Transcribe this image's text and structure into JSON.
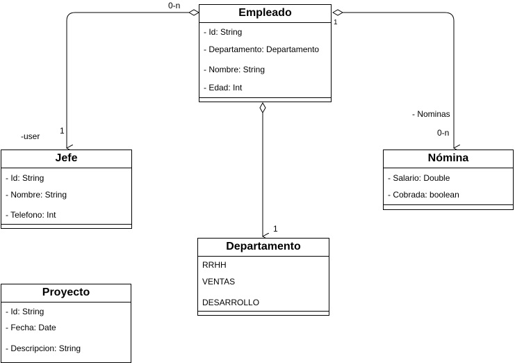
{
  "classes": {
    "empleado": {
      "title": "Empleado",
      "attributes": [
        "- Id: String",
        "- Departamento: Departamento",
        "- Nombre: String",
        "- Edad: Int"
      ]
    },
    "jefe": {
      "title": "Jefe",
      "attributes": [
        "- Id: String",
        "- Nombre: String",
        "- Telefono: Int"
      ]
    },
    "nomina": {
      "title": "Nómina",
      "attributes": [
        "- Salario: Double",
        "- Cobrada: boolean"
      ]
    },
    "departamento": {
      "title": "Departamento",
      "attributes": [
        "RRHH",
        "VENTAS",
        "DESARROLLO"
      ]
    },
    "proyecto": {
      "title": "Proyecto",
      "attributes": [
        "- Id: String",
        "- Fecha: Date",
        "- Descripcion: String"
      ]
    }
  },
  "associations": {
    "empleado_jefe": {
      "source_mult": "0-n",
      "target_mult": "1",
      "role": "-user"
    },
    "empleado_nomina": {
      "source_mult": "1",
      "target_mult": "0-n",
      "role": "- Nominas"
    },
    "empleado_departamento": {
      "source_mult": "1",
      "target_mult": "1"
    }
  }
}
